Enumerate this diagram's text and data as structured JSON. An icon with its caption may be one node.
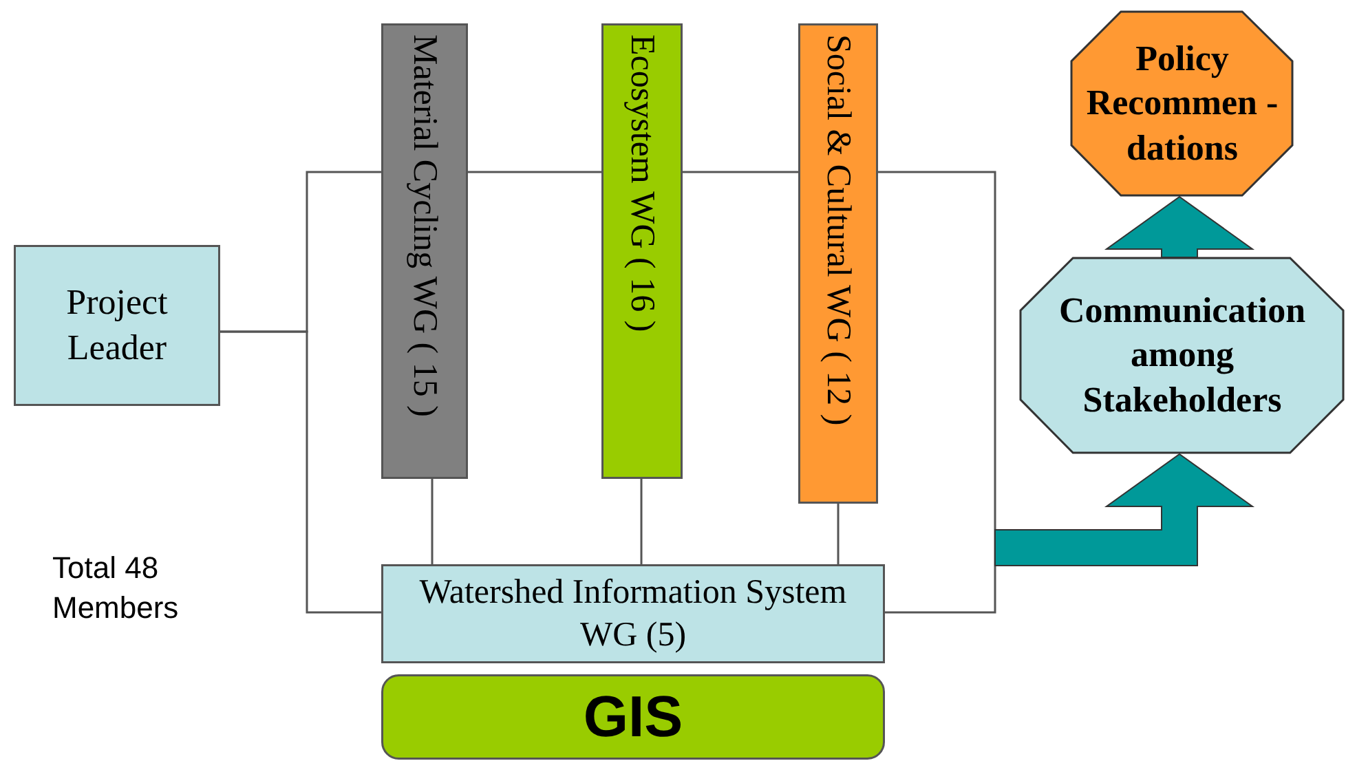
{
  "diagram": {
    "nodes": [
      {
        "text": [
          "Project Leader"
        ]
      },
      {
        "text": [
          "Material Cycling WG ( 15 )"
        ]
      },
      {
        "text": [
          "Ecosystem WG ( 16 )"
        ]
      },
      {
        "text": [
          "Social & Cultural WG ( 12 )"
        ]
      },
      {
        "text": [
          "Watershed Information System WG (5)"
        ]
      },
      {
        "text": [
          "GIS"
        ]
      },
      {
        "text": [
          "Policy Recommen -dations"
        ]
      },
      {
        "text": [
          "Communication among Stakeholders"
        ]
      }
    ],
    "edges": [
      {
        "from": 0,
        "to": 1,
        "arrow": "none"
      },
      {
        "from": 1,
        "to": 2,
        "arrow": "none"
      },
      {
        "from": 2,
        "to": 3,
        "arrow": "none"
      },
      {
        "from": 3,
        "to": 4,
        "arrow": "none"
      },
      {
        "from": 0,
        "to": 4,
        "arrow": "none"
      },
      {
        "from": 1,
        "to": 4,
        "arrow": "none"
      },
      {
        "from": 2,
        "to": 4,
        "arrow": "none"
      },
      {
        "from": 3,
        "to": 4,
        "arrow": "none"
      },
      {
        "from": null,
        "to": 7,
        "arrow": "to",
        "style": "thick",
        "color": "#009999"
      },
      {
        "from": 7,
        "to": 6,
        "arrow": "to",
        "style": "thick",
        "color": "#009999"
      }
    ],
    "labels": [
      "Total 48 Members"
    ]
  }
}
